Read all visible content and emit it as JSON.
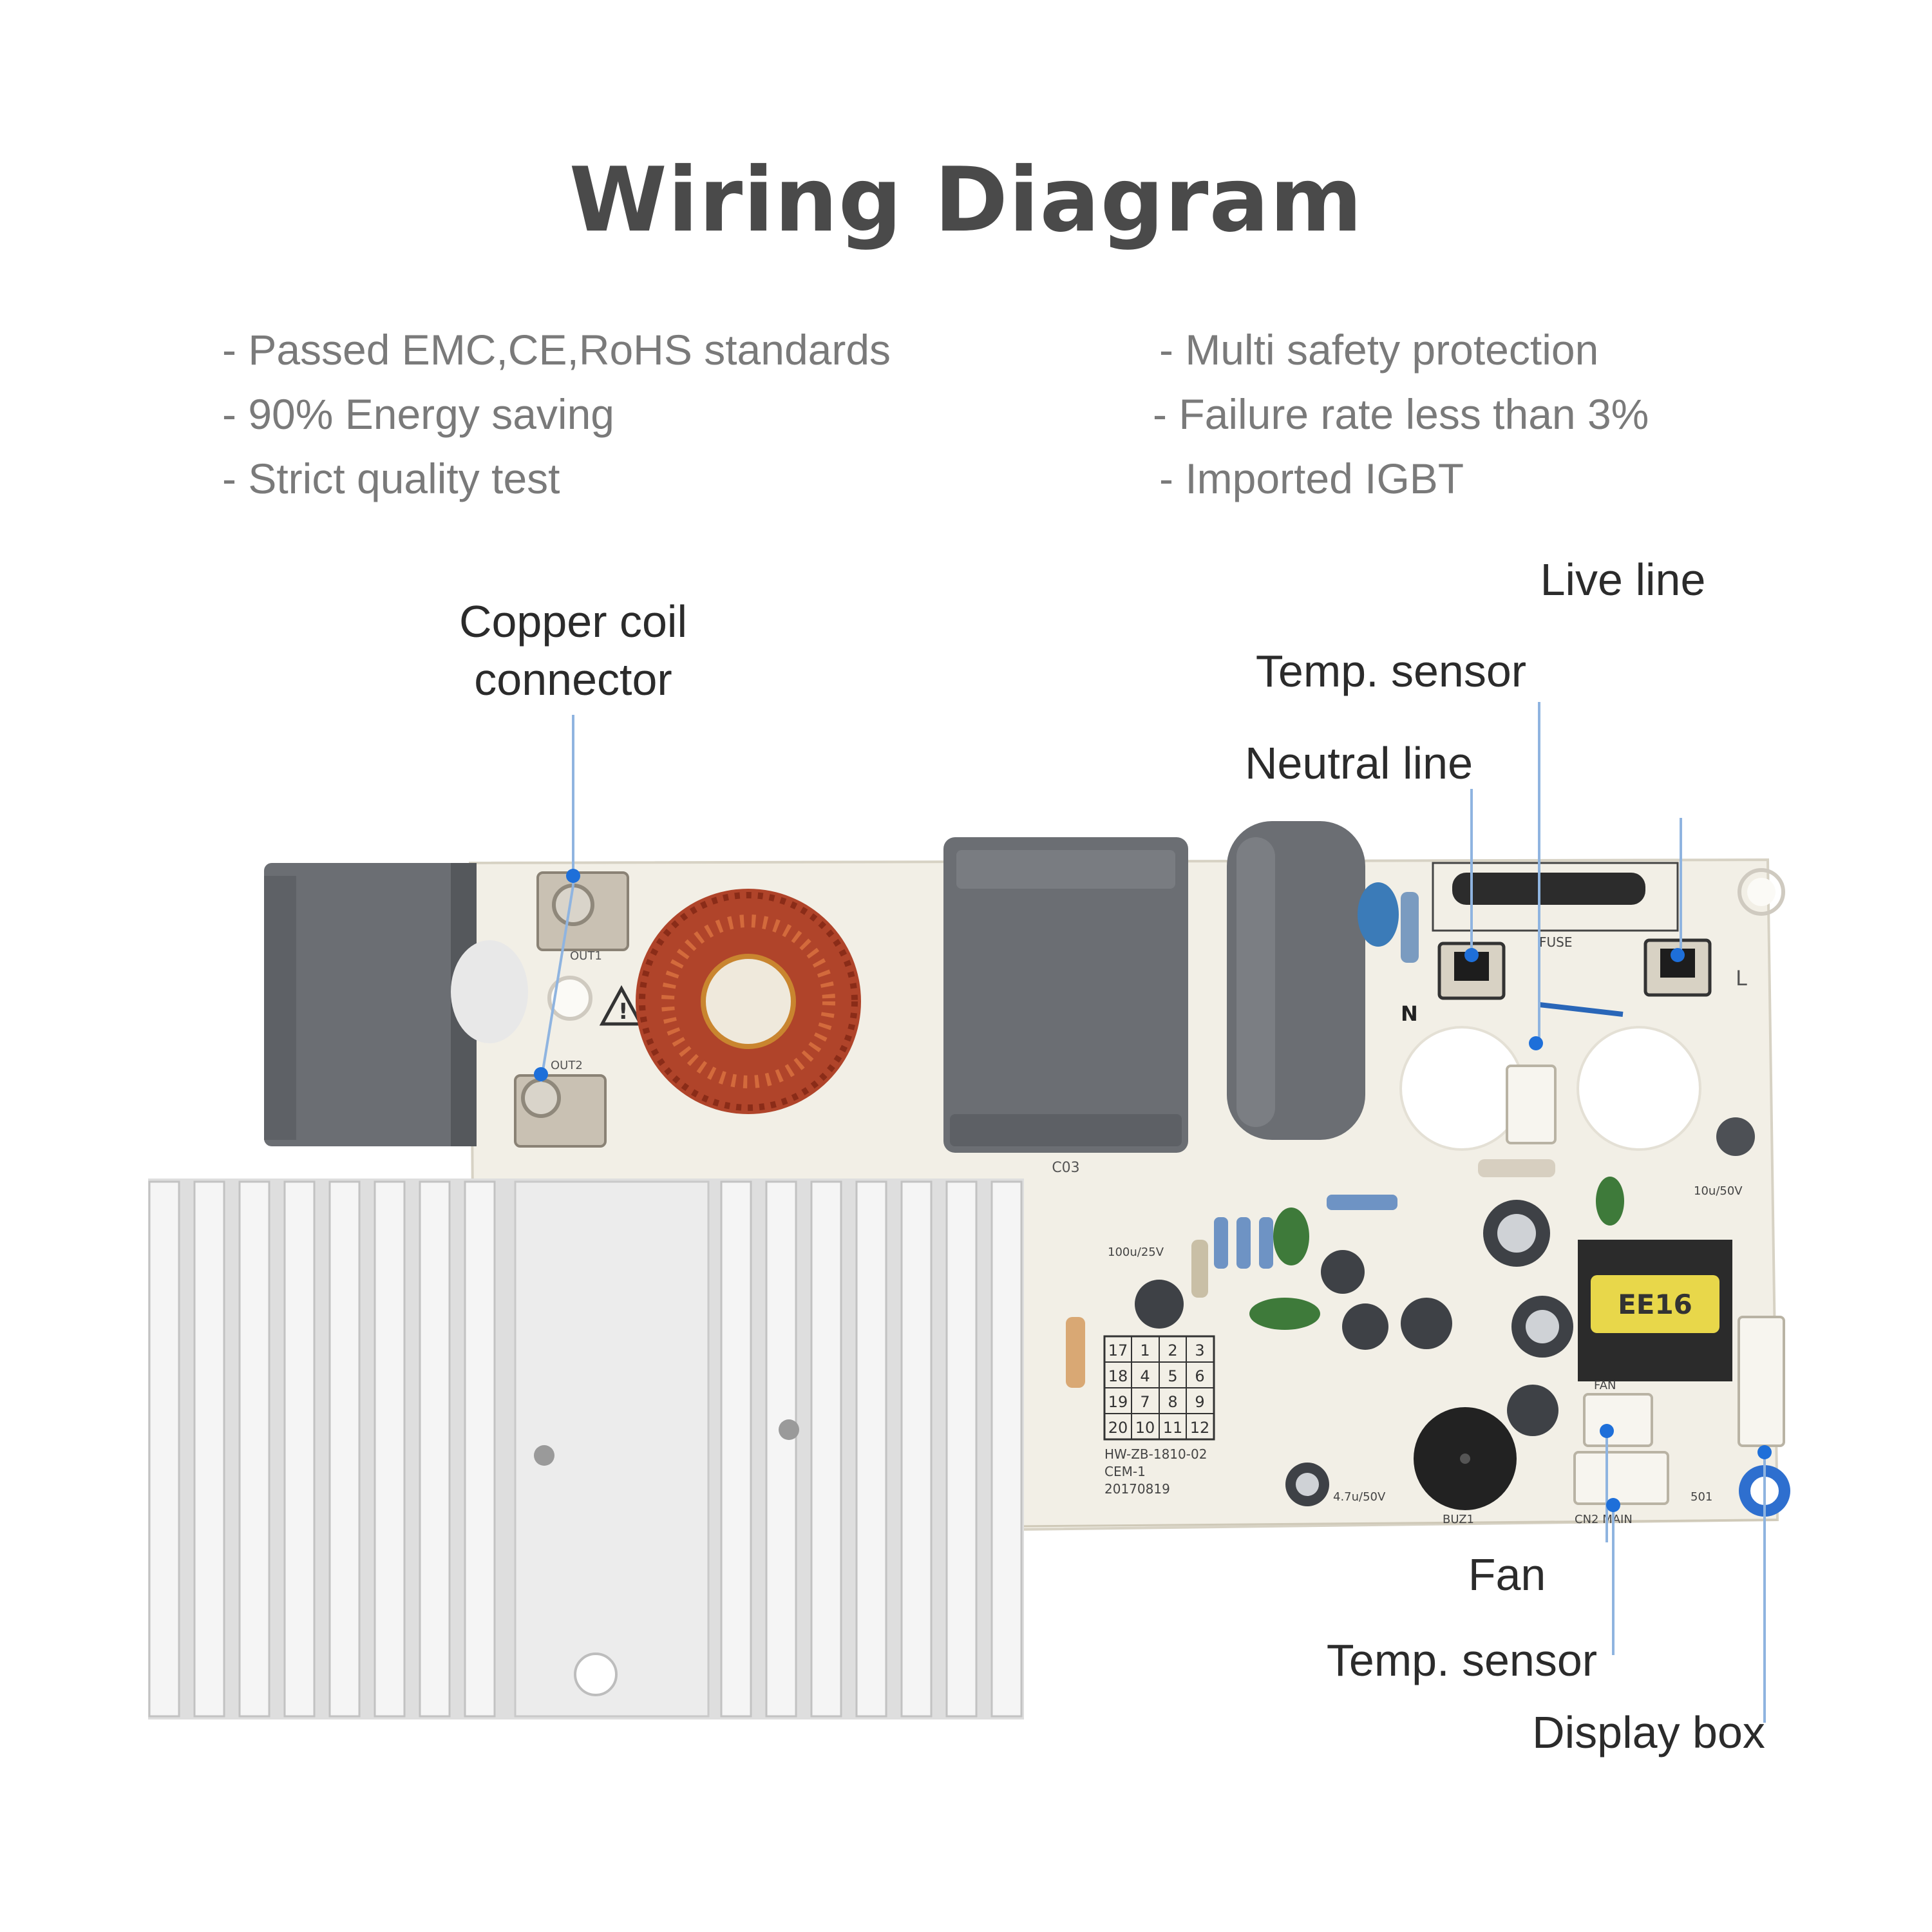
{
  "title": "Wiring Diagram",
  "features": {
    "left": [
      "- Passed EMC,CE,RoHS standards",
      "- 90% Energy saving",
      "- Strict quality test"
    ],
    "right": [
      "- Multi safety protection",
      "- Failure rate less than 3%",
      "- Imported IGBT"
    ]
  },
  "labels": {
    "copper_coil_line1": "Copper coil",
    "copper_coil_line2": "connector",
    "live_line": "Live line",
    "temp_sensor_top": "Temp. sensor",
    "neutral_line": "Neutral line",
    "fan": "Fan",
    "temp_sensor_bottom": "Temp. sensor",
    "display_box": "Display box"
  },
  "pcb_marks": {
    "out1": "OUT1",
    "out2": "OUT2",
    "fuse": "FUSE",
    "n": "N",
    "l": "L",
    "transformer": "EE16",
    "model": "HW-ZB-1810-02",
    "date": "20170819",
    "cem": "CEM-1",
    "cap_ec91": "100u/25V",
    "cap_ec7": "4.7u/50V",
    "cap_ec02": "10u/50V",
    "rw41": "501",
    "cn2_main": "CN2  MAIN",
    "fan_mark": "FAN",
    "buz": "BUZ1",
    "c03": "C03",
    "keypad": [
      "17",
      "1",
      "2",
      "3",
      "18",
      "4",
      "5",
      "6",
      "19",
      "7",
      "8",
      "9",
      "20",
      "10",
      "11",
      "12"
    ]
  },
  "colors": {
    "accent_dot": "#1e6fd9",
    "leader_line": "#8fb4e0",
    "board": "#f2efe6",
    "heatsink": "#dcdcdc",
    "grey_component": "#6b6e73"
  }
}
